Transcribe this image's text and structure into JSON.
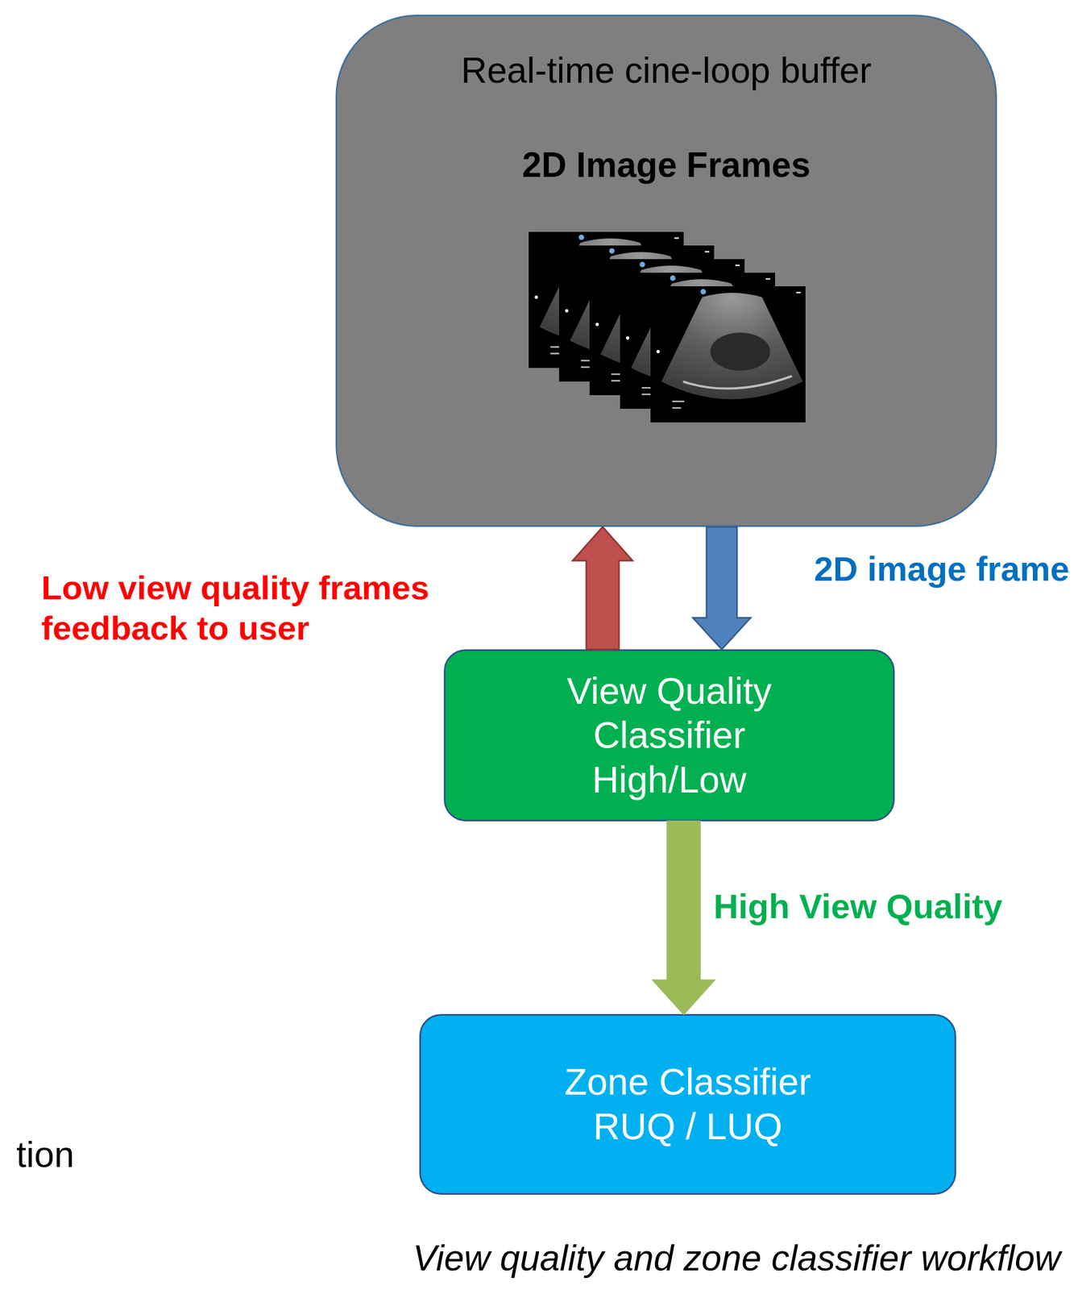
{
  "diagram": {
    "caption": "View quality and zone classifier workflow",
    "nodes": [
      {
        "text": [
          "Real-time cine-loop buffer",
          "2D Image Frames"
        ]
      },
      {
        "text": [
          "View Quality Classifier High/Low"
        ]
      },
      {
        "text": [
          "Zone Classifier RUQ / LUQ"
        ]
      }
    ],
    "edges": [
      {
        "from": 1,
        "to": 0,
        "label": "Low view quality frames feedback to user",
        "arrow": "to"
      },
      {
        "from": 0,
        "to": 1,
        "label": "2D image frame",
        "arrow": "to"
      },
      {
        "from": 1,
        "to": 2,
        "label": "High View Quality",
        "arrow": "to"
      }
    ],
    "labels": [
      "tion"
    ]
  }
}
